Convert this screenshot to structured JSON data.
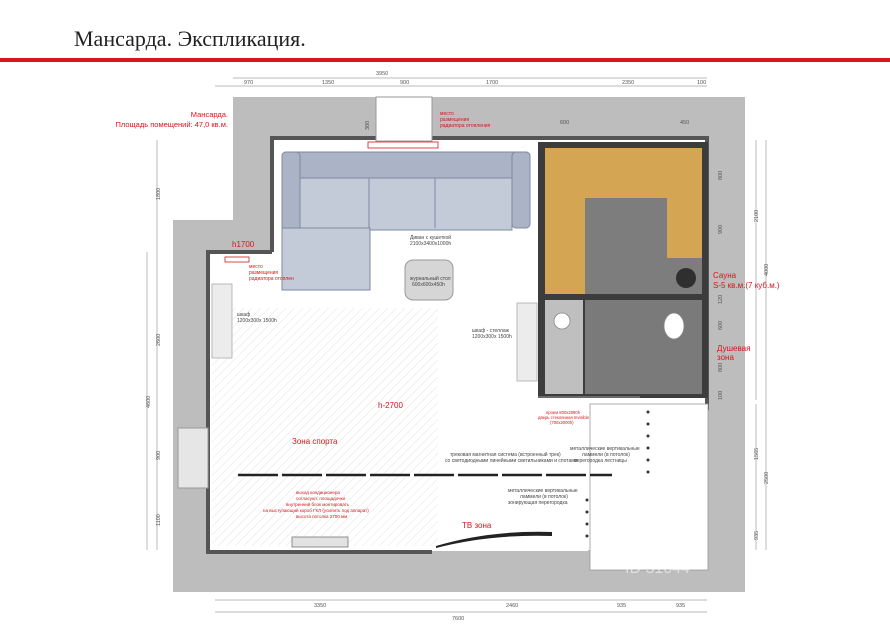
{
  "title": "Мансарда. Экспликация.",
  "summary": {
    "line1": "Мансарда.",
    "line2": "Площадь помещений: 47,0 кв.м."
  },
  "dims_top": [
    "3950",
    "970",
    "1350",
    "900",
    "1700",
    "2350",
    "100"
  ],
  "dims_bottom": [
    "3350",
    "2460",
    "935",
    "935",
    "7600"
  ],
  "dims_left": [
    "1800",
    "2600",
    "4600",
    "900",
    "1100"
  ],
  "dims_right": [
    "2100",
    "4000",
    "1565",
    "2500",
    "935"
  ],
  "dims_inner": [
    "380",
    "600",
    "450",
    "800",
    "900",
    "120",
    "600",
    "800",
    "100"
  ],
  "labels": {
    "radiator_top": [
      "место",
      "размещения",
      "радиатора отопления"
    ],
    "radiator_left": [
      "место",
      "размещения",
      "радиатора отоплен"
    ],
    "h1700": "h1700",
    "h2700": "h-2700",
    "sofa": [
      "Диван с кушеткой",
      "2100x3400x1000h"
    ],
    "table": [
      "журнальный стол",
      "600x600x450h"
    ],
    "cabinet_left": [
      "шкаф",
      "1200x300x 1500h"
    ],
    "cabinet_right": [
      "шкаф - стеллаж",
      "1200x300x 1500h"
    ],
    "sauna": [
      "Сауна",
      "S-5 кв.м.(7 куб.м.)"
    ],
    "shower": [
      "Душевая",
      "зона"
    ],
    "glass_door": [
      "проем 800x2080h",
      "дверь стеклянная Invisible",
      "(700x2000h)"
    ],
    "sport": "Зона спорта",
    "track": [
      "трековая магнитная система (встроенный трек)",
      "со светодиодными линейными светильниками и спотами"
    ],
    "lamellas1": [
      "металлические вертикальные",
      "ламмели (в потолок)",
      "перегородка лестницы"
    ],
    "lamellas2": [
      "металлические вертикальные",
      "ламмели (в потолок)",
      "зонирующая перегородка"
    ],
    "ac": [
      "выход кондиционера",
      "согласуют, площадочки",
      "внутренний блок монтировать",
      "на выступающий короб ГКЛ (усилить под аппарат)",
      "высота потолка 2700 мм"
    ],
    "tv": "ТВ зона"
  },
  "watermark": "ID 31044"
}
